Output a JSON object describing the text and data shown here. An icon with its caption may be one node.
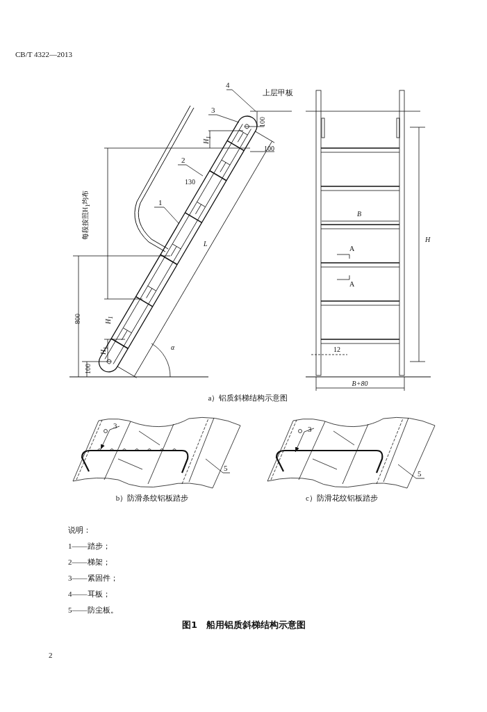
{
  "diagram": {
    "title": "图1　船用铝质斜梯结构示意图",
    "nodes": [
      {
        "text": [
          "4"
        ]
      },
      {
        "text": [
          "3"
        ]
      },
      {
        "text": [
          "2"
        ]
      },
      {
        "text": [
          "1"
        ]
      },
      {
        "text": [
          "3"
        ]
      },
      {
        "text": [
          "5"
        ]
      },
      {
        "text": [
          "3"
        ]
      },
      {
        "text": [
          "5"
        ]
      }
    ],
    "edges": [
      {
        "from": 0,
        "to": null,
        "arrow": "none"
      },
      {
        "from": 1,
        "to": null,
        "arrow": "none"
      },
      {
        "from": 2,
        "to": null,
        "arrow": "none"
      },
      {
        "from": 3,
        "to": null,
        "arrow": "none"
      },
      {
        "from": 4,
        "to": null,
        "arrow": "to"
      },
      {
        "from": 5,
        "to": null,
        "arrow": "none"
      },
      {
        "from": 6,
        "to": null,
        "arrow": "to"
      },
      {
        "from": 7,
        "to": null,
        "arrow": "none"
      }
    ],
    "labels": [
      "CB/T 4322—2013",
      "上层甲板",
      "100",
      "H$_{1}$",
      "100",
      "130",
      "每段按照H$_{1}$均布",
      "B",
      "L",
      "A",
      "H",
      "A",
      "800",
      "H$_{1}$",
      "H$_{1}$",
      "α",
      "100",
      "12",
      "B+80",
      "a）铝质斜梯结构示意图",
      "b）防滑条纹铝板踏步",
      "c）防滑花纹铝板踏步",
      "说明：",
      "1——踏步；",
      "2——梯架；",
      "3——紧固件；",
      "4——耳板；",
      "5——防尘板。",
      "2"
    ]
  }
}
